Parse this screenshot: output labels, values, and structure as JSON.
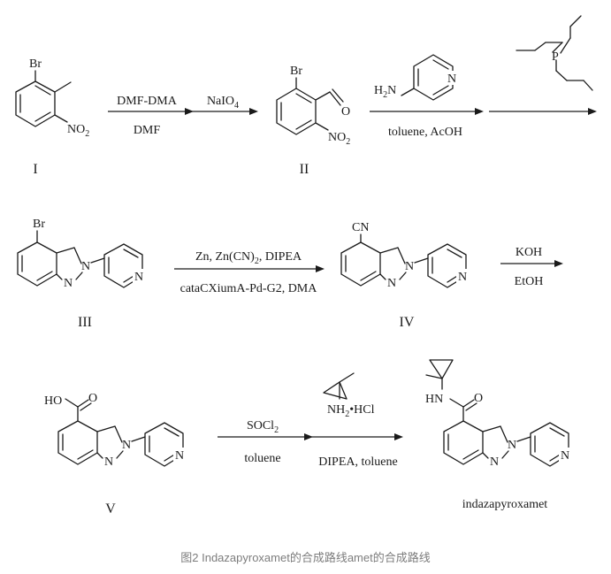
{
  "caption": "图2 Indazapyroxamet的合成路线amet的合成路线",
  "compounds": {
    "c1": {
      "label": "I",
      "subst": {
        "br": "Br",
        "no2": "NO",
        "no2_sub": "2"
      }
    },
    "c2": {
      "label": "II",
      "subst": {
        "br": "Br",
        "o": "O",
        "no2": "NO",
        "no2_sub": "2"
      }
    },
    "aminopyridine": {
      "h2n": "H",
      "h2n_sub": "2",
      "h2n_n": "N",
      "ring_n": "N"
    },
    "phosphine": {
      "p": "P"
    },
    "c3": {
      "label": "III",
      "subst": {
        "br": "Br",
        "n1": "N",
        "n2": "N",
        "ring_n": "N"
      }
    },
    "c4": {
      "label": "IV",
      "subst": {
        "cn": "CN",
        "n1": "N",
        "n2": "N",
        "ring_n": "N"
      }
    },
    "c5": {
      "label": "V",
      "subst": {
        "ho": "HO",
        "o": "O",
        "n1": "N",
        "n2": "N",
        "ring_n": "N"
      }
    },
    "amine_reagent": {
      "nh2": "NH",
      "nh2_sub": "2",
      "hcl": "•HCl"
    },
    "product": {
      "label": "indazapyroxamet",
      "subst": {
        "hn": "HN",
        "o": "O",
        "n1": "N",
        "n2": "N",
        "ring_n": "N"
      }
    }
  },
  "steps": [
    {
      "above": "DMF-DMA",
      "below": "DMF"
    },
    {
      "above_main": "NaIO",
      "above_sub": "4"
    },
    {
      "below": "toluene, AcOH"
    },
    {},
    {
      "above_pre": "Zn, Zn(CN)",
      "above_sub": "2",
      "above_post": ", DIPEA",
      "below": "cataCXiumA-Pd-G2, DMA"
    },
    {
      "above": "KOH",
      "below": "EtOH"
    },
    {
      "above_main": "SOCl",
      "above_sub": "2",
      "below": "toluene"
    },
    {
      "below": "DIPEA, toluene"
    }
  ]
}
